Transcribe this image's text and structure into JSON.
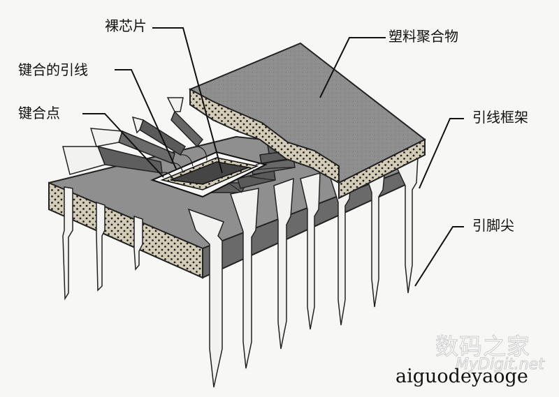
{
  "labels": {
    "die": "裸芯片",
    "bond_wire": "键合的引线",
    "bond_pad": "键合点",
    "plastic": "塑料聚合物",
    "lead_frame": "引线框架",
    "lead_tip": "引脚尖"
  },
  "watermark": {
    "site_cn": "数码之家",
    "site_en": "MyDigit.net",
    "user": "aiguodeyaoge"
  },
  "colors": {
    "background": "#f7f7f5",
    "plastic_top": "#8c8c8c",
    "plastic_edge": "#d2ccb8",
    "lead": "#f2f2f0",
    "lead_frame_dark": "#5e5e5e",
    "die": "#454545"
  }
}
